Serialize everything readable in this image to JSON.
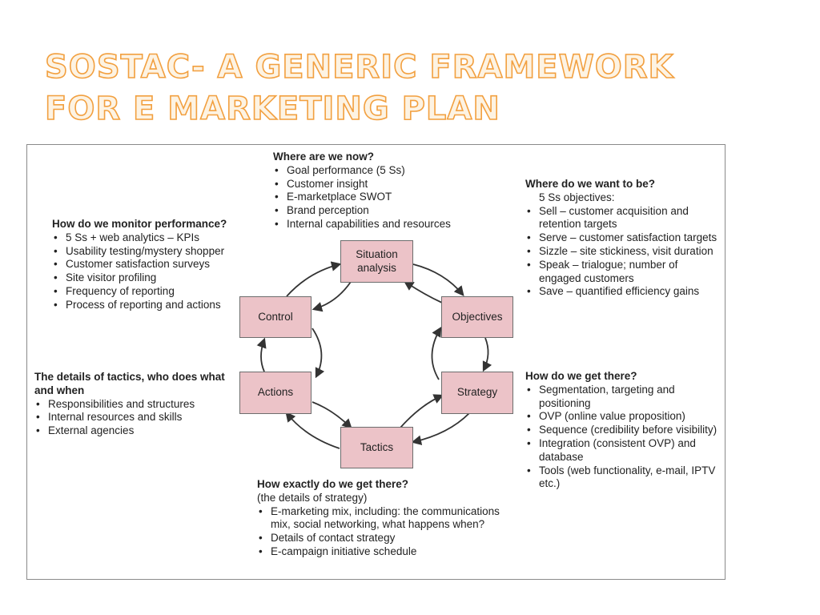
{
  "slide": {
    "title_line1": "SOSTAC- A Generic Framework",
    "title_line2": "for E Marketing Plan"
  },
  "diagram": {
    "nodes": {
      "situation": "Situation\nanalysis",
      "objectives": "Objectives",
      "strategy": "Strategy",
      "tactics": "Tactics",
      "actions": "Actions",
      "control": "Control"
    },
    "where_now": {
      "heading": "Where are we now?",
      "items": [
        "Goal performance (5 Ss)",
        "Customer insight",
        "E-marketplace SWOT",
        "Brand perception",
        "Internal capabilities and resources"
      ]
    },
    "where_want": {
      "heading": "Where do we want to be?",
      "intro": "5 Ss objectives:",
      "items": [
        "Sell – customer acquisition and retention targets",
        "Serve – customer satisfaction targets",
        "Sizzle – site stickiness, visit duration",
        "Speak – trialogue; number of engaged customers",
        "Save – quantified efficiency gains"
      ]
    },
    "monitor": {
      "heading": "How do we monitor performance?",
      "items": [
        "5 Ss + web analytics – KPIs",
        "Usability testing/mystery shopper",
        "Customer satisfaction surveys",
        "Site visitor profiling",
        "Frequency of reporting",
        "Process of reporting and actions"
      ]
    },
    "details_tactics": {
      "heading": "The details of tactics, who does what and when",
      "items": [
        "Responsibilities and structures",
        "Internal resources and skills",
        "External agencies"
      ]
    },
    "get_there": {
      "heading": "How do we get there?",
      "items": [
        "Segmentation, targeting and positioning",
        "OVP (online value proposition)",
        "Sequence (credibility before visibility)",
        "Integration (consistent OVP) and database",
        "Tools (web functionality, e-mail, IPTV etc.)"
      ]
    },
    "exactly": {
      "heading": "How exactly do we get there?",
      "intro": "(the details of strategy)",
      "items": [
        "E-marketing mix, including: the communications mix, social networking, what happens when?",
        "Details of contact strategy",
        "E-campaign initiative schedule"
      ]
    }
  }
}
